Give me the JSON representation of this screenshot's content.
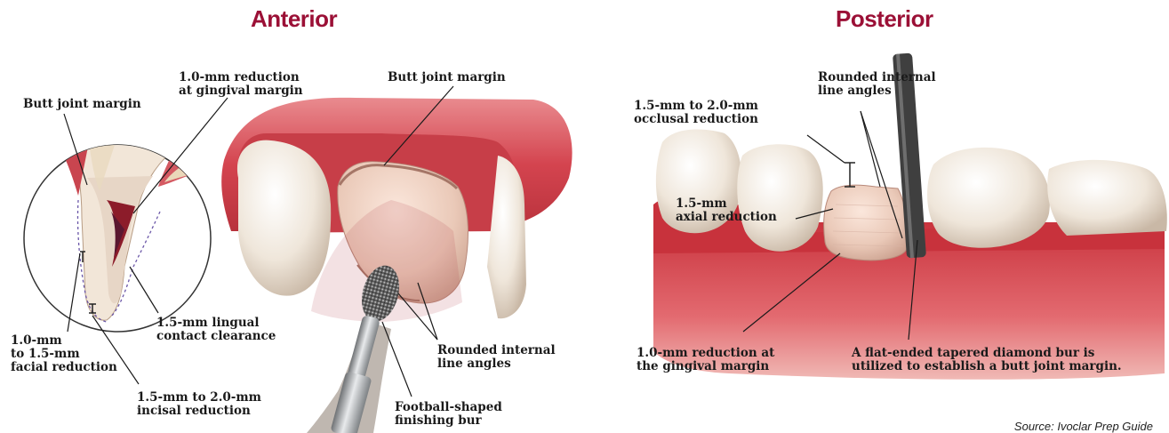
{
  "anterior": {
    "title": "Anterior",
    "labels": {
      "butt_joint_left": "Butt joint margin",
      "reduction_gingival_1": "1.0-mm reduction",
      "reduction_gingival_2": "at gingival margin",
      "butt_joint_top": "Butt joint margin",
      "facial_1": "1.0-mm",
      "facial_2": "to 1.5-mm",
      "facial_3": "facial reduction",
      "lingual_1": "1.5-mm lingual",
      "lingual_2": "contact clearance",
      "incisal_1": "1.5-mm to 2.0-mm",
      "incisal_2": "incisal reduction",
      "rounded_1": "Rounded internal",
      "rounded_2": "line angles",
      "bur_1": "Football-shaped",
      "bur_2": "finishing bur"
    }
  },
  "posterior": {
    "title": "Posterior",
    "labels": {
      "rounded_1": "Rounded internal",
      "rounded_2": "line angles",
      "occlusal_1": "1.5-mm to 2.0-mm",
      "occlusal_2": "occlusal reduction",
      "axial_1": "1.5-mm",
      "axial_2": "axial reduction",
      "gingival_1": "1.0-mm reduction at",
      "gingival_2": "the gingival margin",
      "bur_1": "A flat-ended tapered diamond bur is",
      "bur_2": "utilized to establish a butt joint margin."
    }
  },
  "source": "Source: Ivoclar Prep Guide",
  "colors": {
    "title": "#9b1036",
    "gum": "#d9545e",
    "tooth": "#f1e4d6",
    "prep": "#efd0c2"
  }
}
